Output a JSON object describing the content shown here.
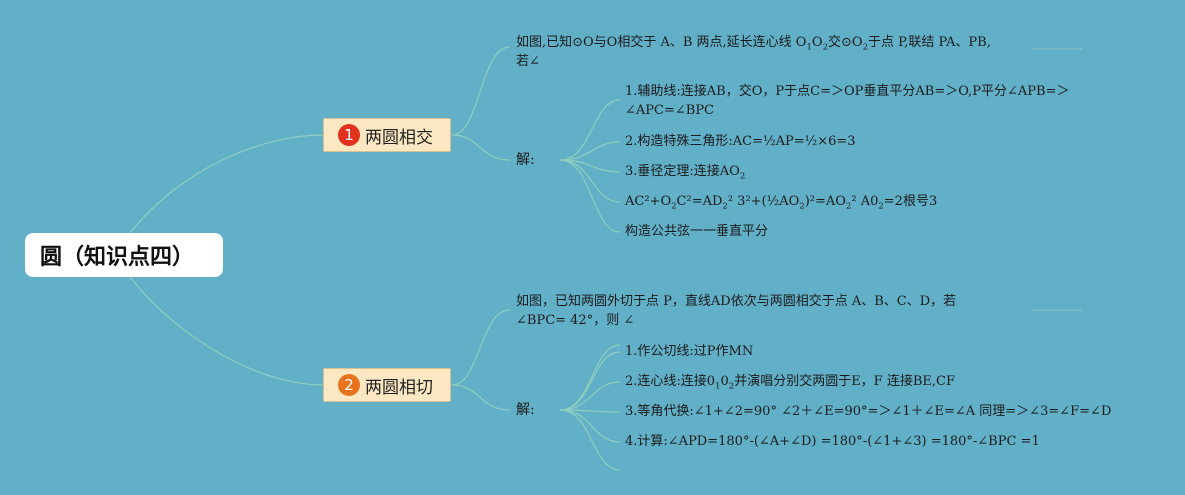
{
  "root": {
    "title": "圆（知识点四）"
  },
  "branches": [
    {
      "number": "1",
      "label": "两圆相交",
      "badge_color": "#e0321f",
      "problem_line1": "如图,已知⊙O与O相交于 A、B 两点,延长连心线 O",
      "problem_sub1": "1",
      "problem_o2": "O",
      "problem_sub2": "2",
      "problem_mid": "交⊙O",
      "problem_sub3": "2",
      "problem_end": "于点 P,联结 PA、PB,",
      "problem_line2": "若∠",
      "solution_label": "解:",
      "steps": {
        "s1_line1": "1.辅助线:连接AB，交O，P于点C=＞OP垂直平分AB=＞O,P平分∠APB=＞",
        "s1_line2": "∠APC=∠BPC",
        "s2": "2.构造特殊三角形:AC=½AP=½×6=3",
        "s3_main": "3.垂径定理:连接AO",
        "s3_sub": "2",
        "s4_a": "AC²+O",
        "s4_sub1": "2",
        "s4_b": "C²=AD",
        "s4_sub2": "2",
        "s4_c": "² 3²+(½AO",
        "s4_sub3": "2",
        "s4_d": ")²=AO",
        "s4_sub4": "2",
        "s4_e": "² A0",
        "s4_sub5": "2",
        "s4_f": "=2根号3",
        "s5": "构造公共弦一一垂直平分"
      }
    },
    {
      "number": "2",
      "label": "两圆相切",
      "badge_color": "#e8731c",
      "problem_line1": "如图，已知两圆外切于点 P，直线AD依次与两圆相交于点 A、B、C、D，若",
      "problem_line2": "∠BPC= 42°，则 ∠",
      "solution_label": "解:",
      "steps": {
        "s1": "1.作公切线:过P作MN",
        "s2_a": "2.连心线:连接0",
        "s2_sub1": "1",
        "s2_b": "0",
        "s2_sub2": "2",
        "s2_c": "并演唱分别交两圆于E，F 连接BE,CF",
        "s3": "3.等角代换:∠1+∠2=90° ∠2＋∠E=90°=＞∠1＋∠E=∠A 同理=＞∠3=∠F=∠D",
        "s4": "4.计算:∠APD=180°-(∠A+∠D) =180°-(∠1+∠3) =180°-∠BPC =1"
      }
    }
  ]
}
